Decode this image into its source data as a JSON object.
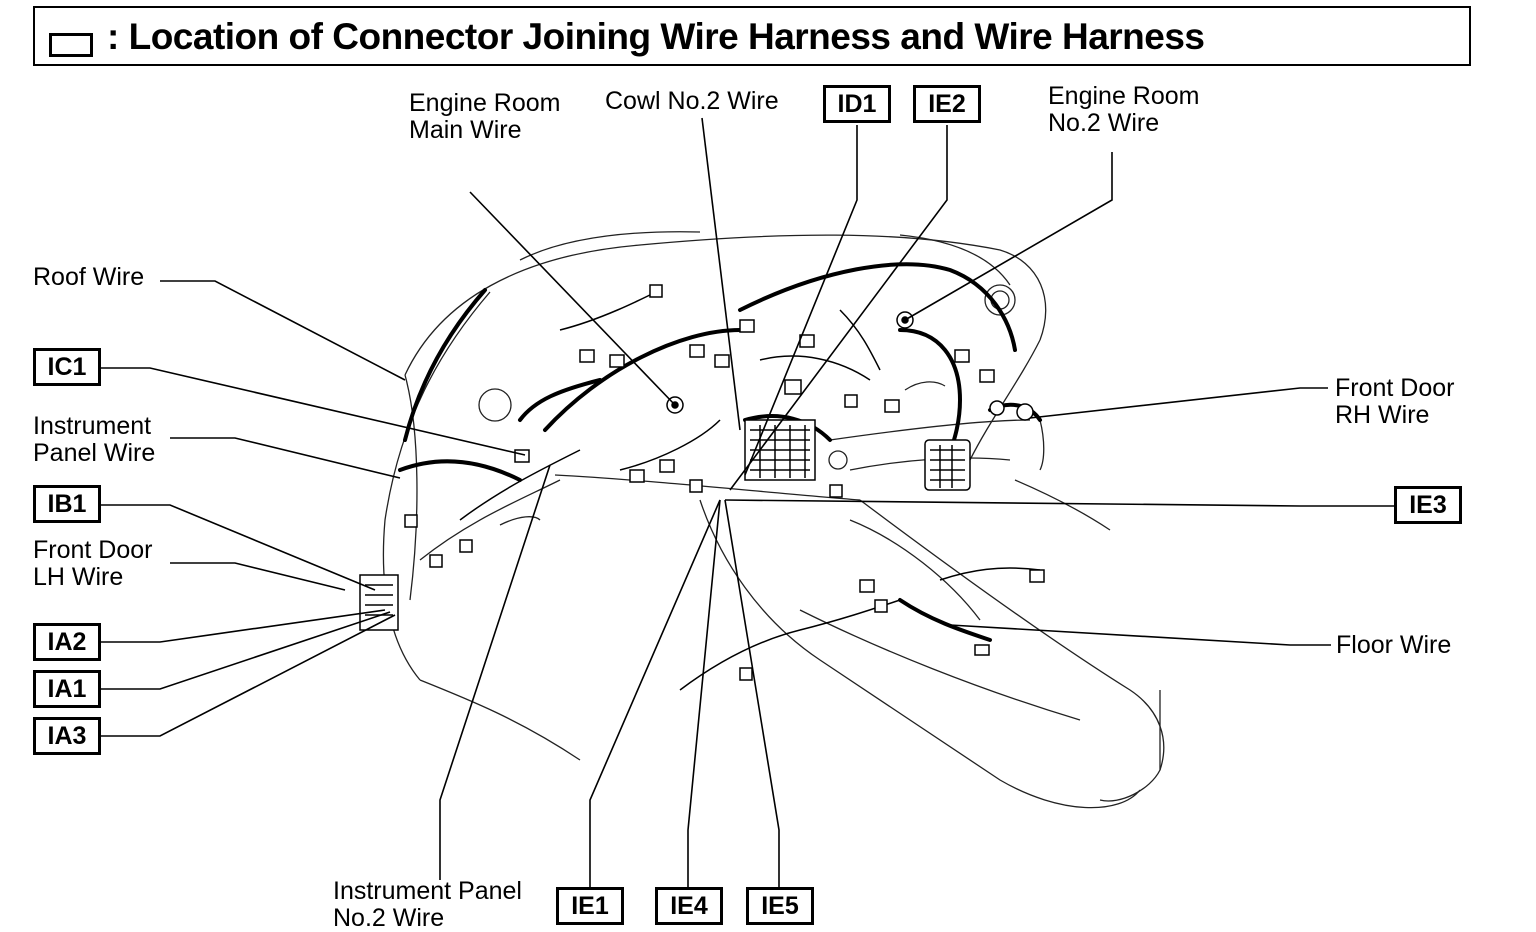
{
  "title": {
    "text": ": Location of Connector Joining Wire Harness and Wire Harness"
  },
  "wire_labels": {
    "engine_room_main": [
      "Engine Room",
      "Main Wire"
    ],
    "cowl_no2": [
      "Cowl No.2 Wire"
    ],
    "engine_room_no2": [
      "Engine Room",
      "No.2 Wire"
    ],
    "roof": [
      "Roof Wire"
    ],
    "instrument_panel": [
      "Instrument",
      "Panel Wire"
    ],
    "front_door_lh": [
      "Front Door",
      "LH Wire"
    ],
    "front_door_rh": [
      "Front Door",
      "RH Wire"
    ],
    "floor": [
      "Floor Wire"
    ],
    "instrument_panel_no2": [
      "Instrument Panel",
      "No.2 Wire"
    ]
  },
  "connector_codes": {
    "id1": "ID1",
    "ie2": "IE2",
    "ic1": "IC1",
    "ib1": "IB1",
    "ia2": "IA2",
    "ia1": "IA1",
    "ia3": "IA3",
    "ie3": "IE3",
    "ie1": "IE1",
    "ie4": "IE4",
    "ie5": "IE5"
  }
}
